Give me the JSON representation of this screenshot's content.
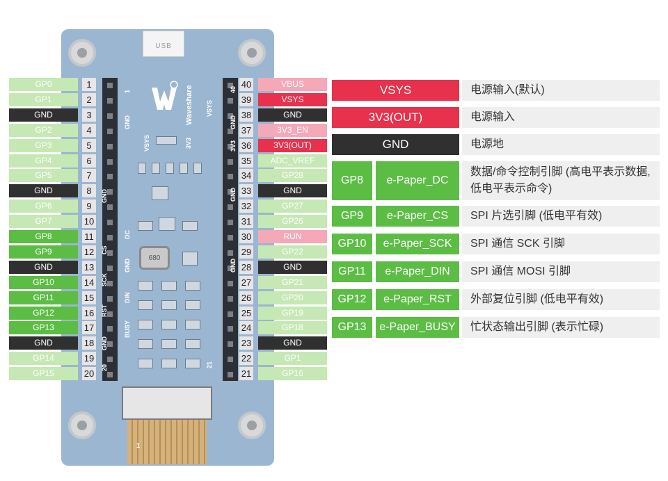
{
  "board": {
    "usb_label": "USB",
    "brand": "Waveshare",
    "inductor_label": "680",
    "silk_left": [
      "1",
      "GND",
      "GND",
      "DC",
      "CS",
      "GND",
      "SCK",
      "DIN",
      "RST",
      "BUSY",
      "GND",
      "20"
    ],
    "silk_right": [
      "40",
      "VSYS",
      "GND",
      "3V3",
      "GND",
      "GND",
      "21"
    ],
    "silk_mid": [
      "VSYS",
      "3V3"
    ],
    "fpc_pin": "1"
  },
  "left_pins": [
    {
      "num": "1",
      "label": "GP0",
      "style": "light"
    },
    {
      "num": "2",
      "label": "GP1",
      "style": "light"
    },
    {
      "num": "3",
      "label": "GND",
      "style": "dark"
    },
    {
      "num": "4",
      "label": "GP2",
      "style": "light"
    },
    {
      "num": "5",
      "label": "GP3",
      "style": "light"
    },
    {
      "num": "6",
      "label": "GP4",
      "style": "light"
    },
    {
      "num": "7",
      "label": "GP5",
      "style": "light"
    },
    {
      "num": "8",
      "label": "GND",
      "style": "dark"
    },
    {
      "num": "9",
      "label": "GP6",
      "style": "light"
    },
    {
      "num": "10",
      "label": "GP7",
      "style": "light"
    },
    {
      "num": "11",
      "label": "GP8",
      "style": "green"
    },
    {
      "num": "12",
      "label": "GP9",
      "style": "green"
    },
    {
      "num": "13",
      "label": "GND",
      "style": "dark"
    },
    {
      "num": "14",
      "label": "GP10",
      "style": "green"
    },
    {
      "num": "15",
      "label": "GP11",
      "style": "green"
    },
    {
      "num": "16",
      "label": "GP12",
      "style": "green"
    },
    {
      "num": "17",
      "label": "GP13",
      "style": "green"
    },
    {
      "num": "18",
      "label": "GND",
      "style": "dark"
    },
    {
      "num": "19",
      "label": "GP14",
      "style": "light"
    },
    {
      "num": "20",
      "label": "GP15",
      "style": "light"
    }
  ],
  "right_pins": [
    {
      "num": "40",
      "label": "VBUS",
      "style": "pink"
    },
    {
      "num": "39",
      "label": "VSYS",
      "style": "red"
    },
    {
      "num": "38",
      "label": "GND",
      "style": "dark"
    },
    {
      "num": "37",
      "label": "3V3_EN",
      "style": "pink"
    },
    {
      "num": "36",
      "label": "3V3(OUT)",
      "style": "red"
    },
    {
      "num": "35",
      "label": "ADC_VREF",
      "style": "light"
    },
    {
      "num": "34",
      "label": "GP28",
      "style": "light"
    },
    {
      "num": "33",
      "label": "GND",
      "style": "dark"
    },
    {
      "num": "32",
      "label": "GP27",
      "style": "light"
    },
    {
      "num": "31",
      "label": "GP26",
      "style": "light"
    },
    {
      "num": "30",
      "label": "RUN",
      "style": "pink"
    },
    {
      "num": "29",
      "label": "GP22",
      "style": "light"
    },
    {
      "num": "28",
      "label": "GND",
      "style": "dark"
    },
    {
      "num": "27",
      "label": "GP21",
      "style": "light"
    },
    {
      "num": "26",
      "label": "GP20",
      "style": "light"
    },
    {
      "num": "25",
      "label": "GP19",
      "style": "light"
    },
    {
      "num": "24",
      "label": "GP18",
      "style": "light"
    },
    {
      "num": "23",
      "label": "GND",
      "style": "dark"
    },
    {
      "num": "22",
      "label": "GP1",
      "style": "light"
    },
    {
      "num": "21",
      "label": "GP16",
      "style": "light"
    }
  ],
  "table": {
    "power": [
      {
        "name": "VSYS",
        "desc": "电源输入(默认)"
      },
      {
        "name": "3V3(OUT)",
        "desc": "电源输入"
      },
      {
        "name": "GND",
        "desc": "电源地"
      }
    ],
    "signals": [
      {
        "gpio": "GP8",
        "func": "e-Paper_DC",
        "desc": "数据/命令控制引脚 (高电平表示数据, 低电平表示命令)"
      },
      {
        "gpio": "GP9",
        "func": "e-Paper_CS",
        "desc": "SPI 片选引脚 (低电平有效)"
      },
      {
        "gpio": "GP10",
        "func": "e-Paper_SCK",
        "desc": "SPI 通信 SCK 引脚"
      },
      {
        "gpio": "GP11",
        "func": "e-Paper_DIN",
        "desc": "SPI 通信 MOSI 引脚"
      },
      {
        "gpio": "GP12",
        "func": "e-Paper_RST",
        "desc": "外部复位引脚 (低电平有效)"
      },
      {
        "gpio": "GP13",
        "func": "e-Paper_BUSY",
        "desc": "忙状态输出引脚 (表示忙碌)"
      }
    ]
  },
  "colors": {
    "light": "#c6e8b4",
    "green": "#5cbd45",
    "dark": "#303030",
    "pink": "#f4a8b8",
    "red": "#e8314c",
    "board": "#9bb6d0"
  }
}
